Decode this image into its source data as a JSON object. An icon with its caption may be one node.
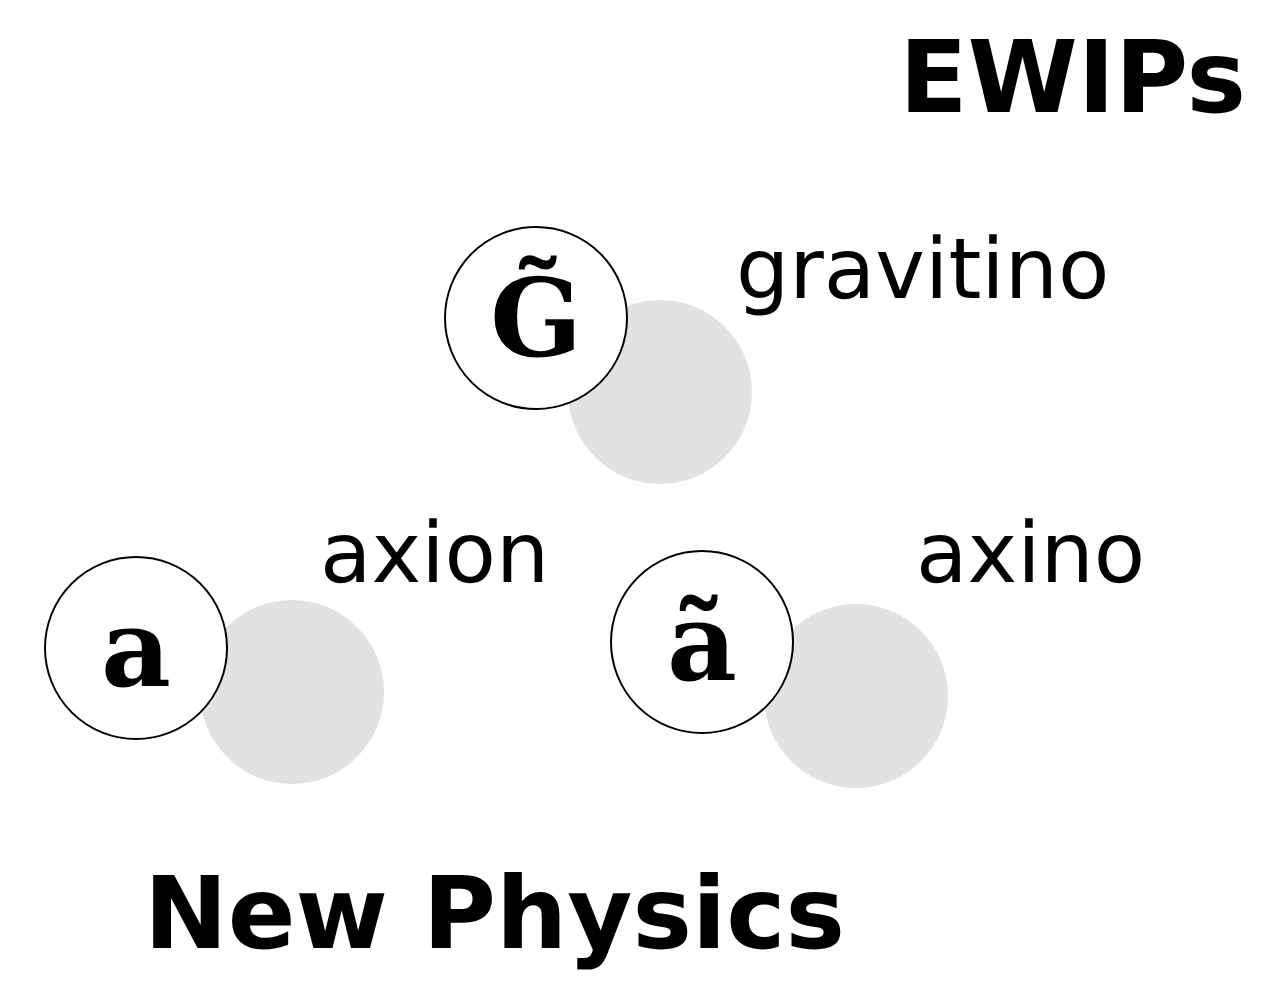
{
  "diagram": {
    "title": "EWIPs",
    "caption": "New Physics",
    "nodes": [
      {
        "text": [
          "G̃"
        ],
        "beside": [
          "gravitino"
        ]
      },
      {
        "text": [
          "a"
        ],
        "beside": [
          "axion"
        ]
      },
      {
        "text": [
          "ã"
        ],
        "beside": [
          "axino"
        ]
      }
    ]
  }
}
